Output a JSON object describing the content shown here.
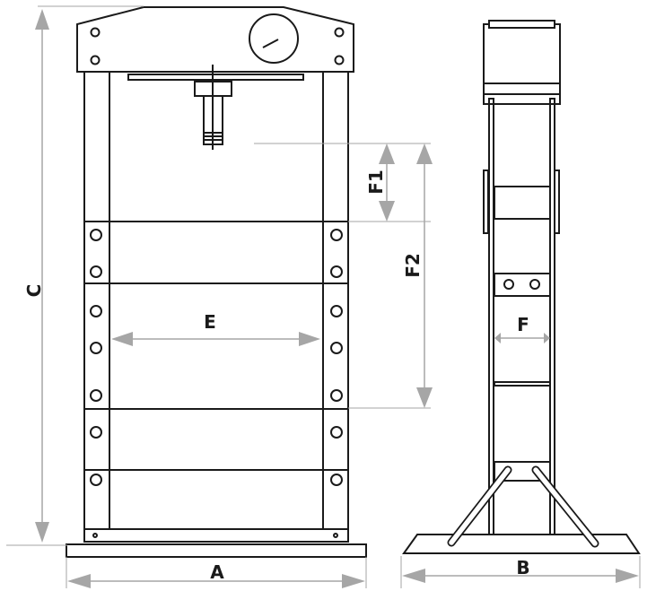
{
  "labels": {
    "A": "A",
    "B": "B",
    "C": "C",
    "E": "E",
    "F": "F",
    "F1": "F1",
    "F2": "F2"
  },
  "colors": {
    "outline": "#1a1a1a",
    "dimension": "#a6a6a6"
  }
}
